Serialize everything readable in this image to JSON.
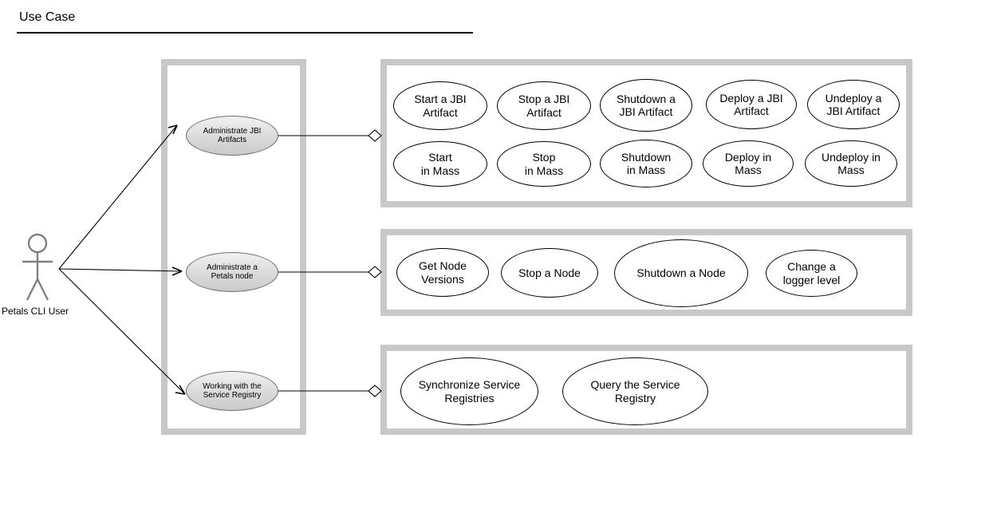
{
  "diagram": {
    "title": "Use Case",
    "type": "uml-use-case-diagram",
    "colors": {
      "group_border": "#c8c8c8",
      "actor": "#808080",
      "ellipse_stroke": "#000000",
      "grey_ellipse_fill": "#dcdcdc",
      "line": "#000000"
    }
  },
  "actor": {
    "name": "Petals CLI User",
    "icon": "stick-figure-actor-icon"
  },
  "system_group": {
    "name": "main-use-case-group",
    "use_cases": [
      {
        "id": "uc-administrate-jbi-artifacts",
        "label_line1": "Administrate JBI",
        "label_line2": "Artifacts"
      },
      {
        "id": "uc-administrate-petals-node",
        "label_line1": "Administrate a",
        "label_line2": "Petals node"
      },
      {
        "id": "uc-working-service-registry",
        "label_line1": "Working with the",
        "label_line2": "Service Registry"
      }
    ]
  },
  "groups": [
    {
      "id": "group-jbi-artifacts",
      "connector": "aggregation-diamond",
      "use_cases": [
        {
          "id": "uc-start-jbi-artifact",
          "label_line1": "Start a JBI",
          "label_line2": "Artifact"
        },
        {
          "id": "uc-stop-jbi-artifact",
          "label_line1": "Stop a JBI",
          "label_line2": "Artifact"
        },
        {
          "id": "uc-shutdown-jbi-artifact",
          "label_line1": "Shutdown a",
          "label_line2": "JBI Artifact"
        },
        {
          "id": "uc-deploy-jbi-artifact",
          "label_line1": "Deploy a JBI",
          "label_line2": "Artifact"
        },
        {
          "id": "uc-undeploy-jbi-artifact",
          "label_line1": "Undeploy a",
          "label_line2": "JBI Artifact"
        },
        {
          "id": "uc-start-in-mass",
          "label_line1": "Start",
          "label_line2": "in Mass"
        },
        {
          "id": "uc-stop-in-mass",
          "label_line1": "Stop",
          "label_line2": "in Mass"
        },
        {
          "id": "uc-shutdown-in-mass",
          "label_line1": "Shutdown",
          "label_line2": "in Mass"
        },
        {
          "id": "uc-deploy-in-mass",
          "label_line1": "Deploy in",
          "label_line2": "Mass"
        },
        {
          "id": "uc-undeploy-in-mass",
          "label_line1": "Undeploy in",
          "label_line2": "Mass"
        }
      ]
    },
    {
      "id": "group-petals-node",
      "connector": "aggregation-diamond",
      "use_cases": [
        {
          "id": "uc-get-node-versions",
          "label_line1": "Get Node",
          "label_line2": "Versions"
        },
        {
          "id": "uc-stop-a-node",
          "label_line1": "Stop a Node",
          "label_line2": ""
        },
        {
          "id": "uc-shutdown-a-node",
          "label_line1": "Shutdown a Node",
          "label_line2": ""
        },
        {
          "id": "uc-change-logger-level",
          "label_line1": "Change a",
          "label_line2": "logger level"
        }
      ]
    },
    {
      "id": "group-service-registry",
      "connector": "aggregation-diamond",
      "use_cases": [
        {
          "id": "uc-synchronize-service-registries",
          "label_line1": "Synchronize Service",
          "label_line2": "Registries"
        },
        {
          "id": "uc-query-service-registry",
          "label_line1": "Query the Service",
          "label_line2": "Registry"
        }
      ]
    }
  ]
}
